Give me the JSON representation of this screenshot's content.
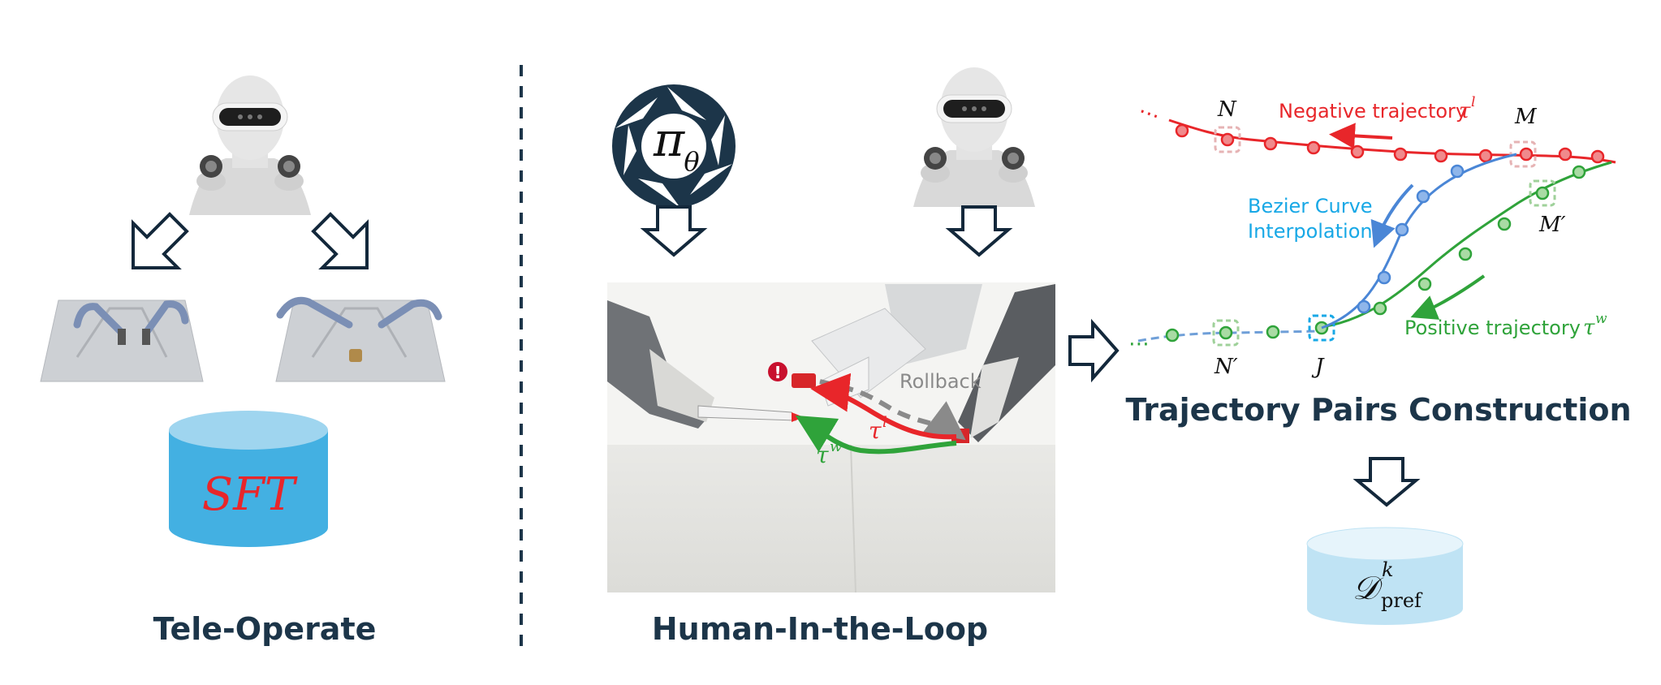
{
  "left_panel": {
    "title": "Tele-Operate",
    "db_label": "SFT"
  },
  "middle_panel": {
    "title": "Human-In-the-Loop",
    "policy_label": "π",
    "policy_sub": "θ",
    "rollback_label": "Rollback",
    "warning_glyph": "!",
    "tau_l": "τ",
    "tau_l_sup": "l",
    "tau_w": "τ",
    "tau_w_sup": "w"
  },
  "right_panel": {
    "title": "Trajectory Pairs Construction",
    "negative_label": "Negative trajectory",
    "negative_sym": "τ",
    "negative_sup": "l",
    "positive_label": "Positive trajectory",
    "positive_sym": "τ",
    "positive_sup": "w",
    "bezier_line1": "Bezier Curve",
    "bezier_line2": "Interpolation",
    "point_N": "N",
    "point_M": "M",
    "point_Mp": "M′",
    "point_Np": "N′",
    "point_J": "J",
    "dataset_sym": "𝒟",
    "dataset_sup": "k",
    "dataset_sub": "pref",
    "dots": "⋯"
  },
  "colors": {
    "negative": "#e8262a",
    "positive": "#2fa33a",
    "bezier": "#4a86d6",
    "bezier_text": "#18a8e6",
    "title": "#1c3549",
    "arrow": "#13283b",
    "sft_db": "#43b0e2",
    "pref_db": "#bfe3f4"
  }
}
